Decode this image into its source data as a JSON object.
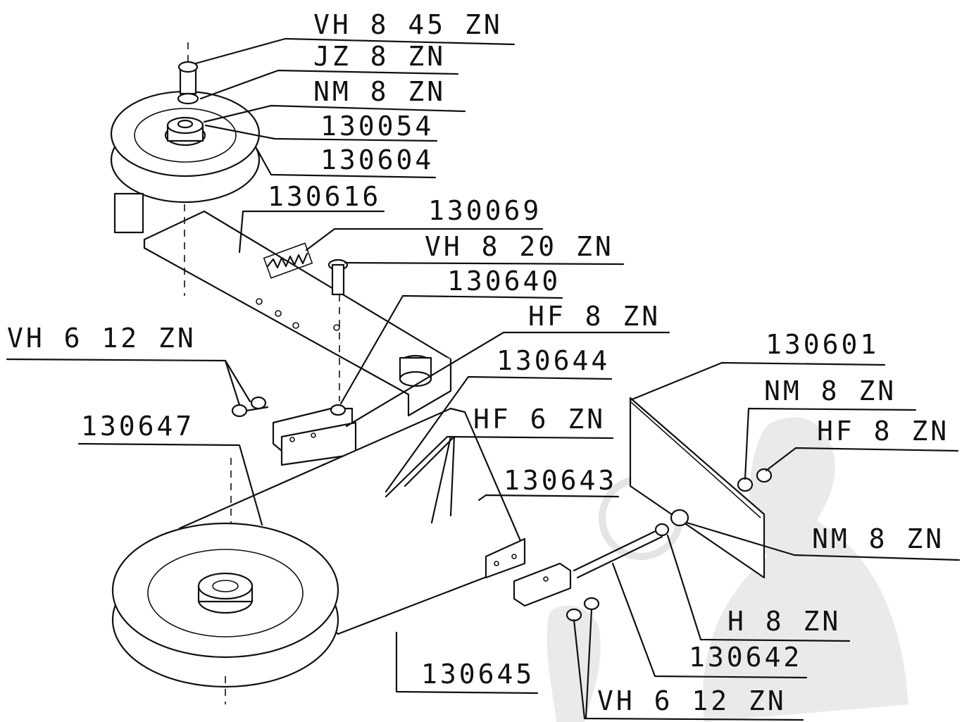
{
  "diagram": {
    "labels": {
      "vh_8_45_zn": "VH 8 45 ZN",
      "jz_8_zn": "JZ 8 ZN",
      "nm_8_zn_top": "NM 8 ZN",
      "p130054": "130054",
      "p130604": "130604",
      "p130616": "130616",
      "p130069": "130069",
      "vh_8_20_zn": "VH 8 20 ZN",
      "p130640": "130640",
      "hf_8_zn_mid": "HF 8 ZN",
      "vh_6_12_zn_left": "VH 6 12 ZN",
      "p130644": "130644",
      "p130601": "130601",
      "nm_8_zn_right_top": "NM 8 ZN",
      "p130647": "130647",
      "hf_6_zn": "HF 6 ZN",
      "hf_8_zn_right": "HF 8 ZN",
      "p130643": "130643",
      "nm_8_zn_right": "NM 8 ZN",
      "h_8_zn": "H 8 ZN",
      "p130642": "130642",
      "p130645": "130645",
      "vh_6_12_zn_bottom": "VH 6 12 ZN"
    },
    "colors": {
      "ink": "#111111",
      "watermark": "#d9d9d9"
    }
  }
}
